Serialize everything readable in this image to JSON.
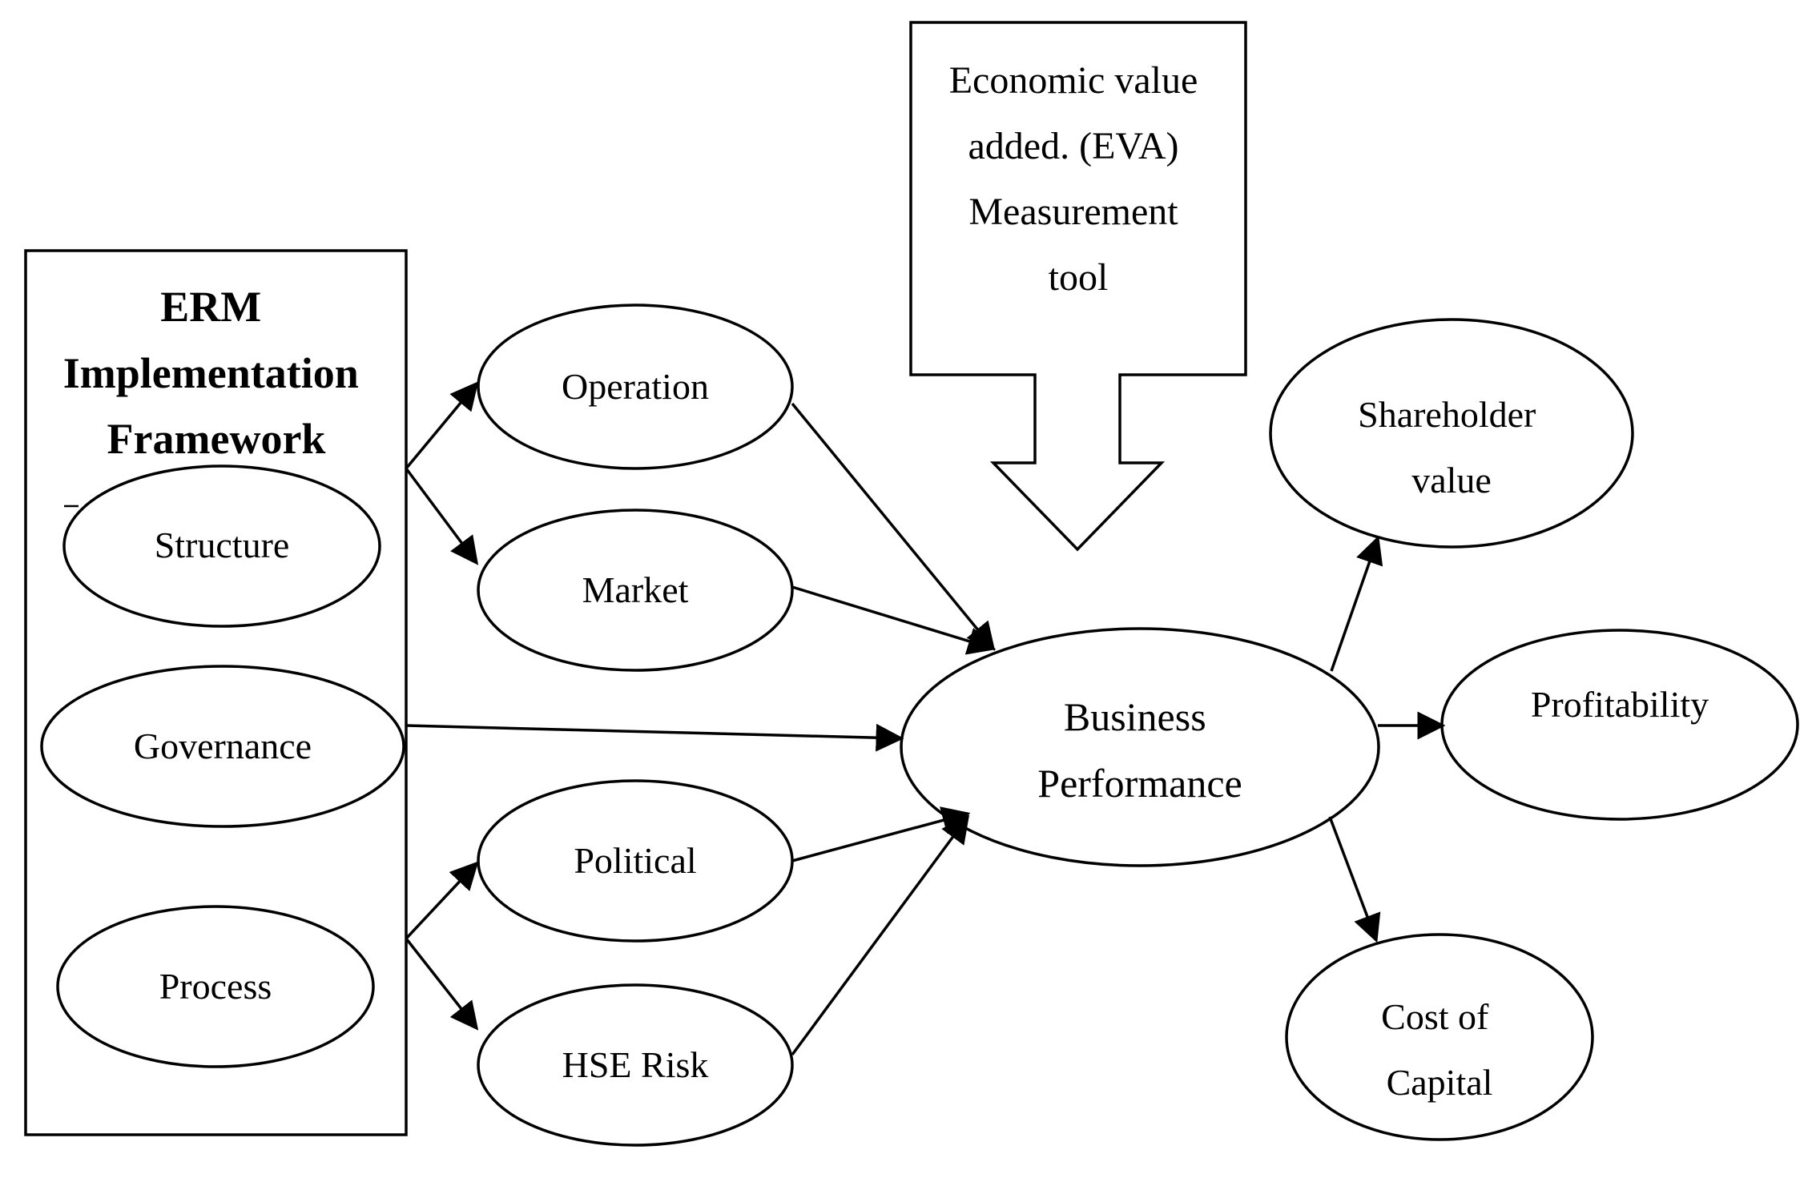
{
  "framework": {
    "title_lines": [
      "ERM",
      "Implementation",
      "Framework"
    ],
    "items": {
      "structure": "Structure",
      "governance": "Governance",
      "process": "Process"
    }
  },
  "risks": {
    "operation": "Operation",
    "market": "Market",
    "political": "Political",
    "hse": "HSE Risk"
  },
  "eva_callout": {
    "lines": [
      "Economic value",
      "added. (EVA)",
      "Measurement",
      "tool"
    ]
  },
  "performance": {
    "lines": [
      "Business",
      "Performance"
    ]
  },
  "outcomes": {
    "shareholder_lines": [
      "Shareholder",
      "value"
    ],
    "profitability": "Profitability",
    "cost_lines": [
      "Cost of",
      "Capital"
    ]
  }
}
